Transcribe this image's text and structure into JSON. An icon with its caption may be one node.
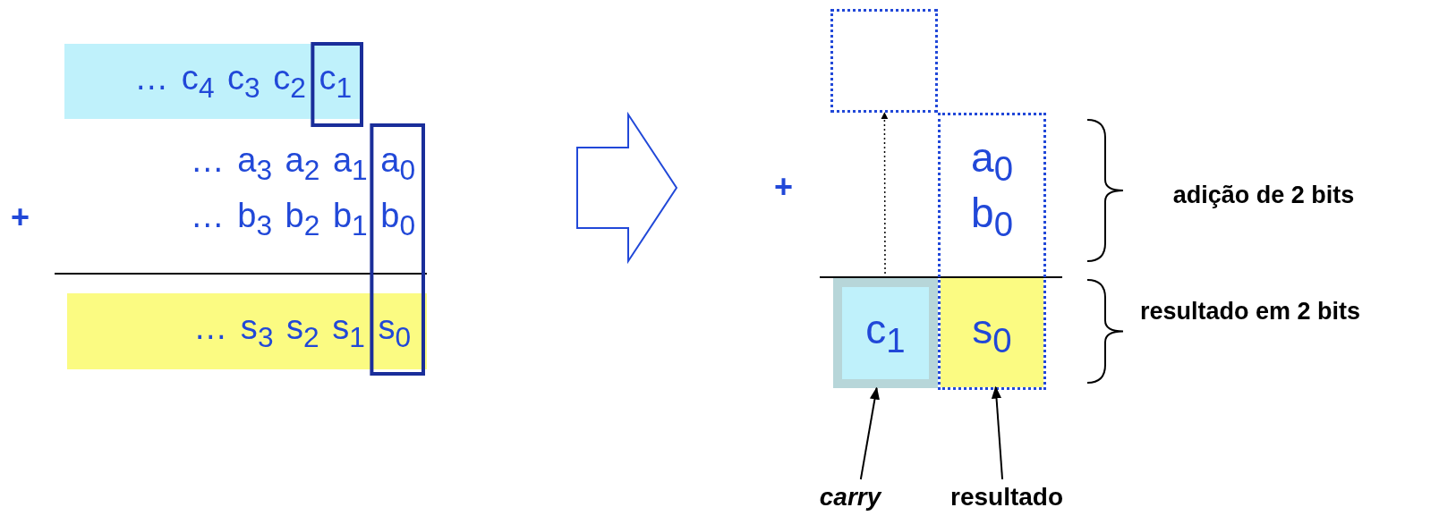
{
  "diagram": {
    "nodes": [
      {
        "text": [
          "… c$_{4}$ c$_{3}$ c$_{2}$ c$_{1}$"
        ]
      },
      {
        "text": [
          "… s$_{3}$ s$_{2}$ s$_{1}$ s$_{0}$"
        ]
      },
      {
        "text": [],
        "shape": "box"
      },
      {
        "text": [
          "a$_{0}$",
          "b$_{0}$"
        ]
      },
      {
        "text": [
          "c$_{1}$"
        ]
      },
      {
        "text": [
          "s$_{0}$"
        ],
        "in": 3
      },
      {
        "text": [
          "carry"
        ]
      },
      {
        "text": [
          "resultado"
        ]
      }
    ],
    "edges": [
      {
        "from": 4,
        "to": 2,
        "arrow": "to",
        "style": "dashed"
      },
      {
        "from": 6,
        "to": 4,
        "arrow": "to"
      },
      {
        "from": 7,
        "to": 5,
        "arrow": "to"
      }
    ],
    "labels": [
      "… a$_{3}$ a$_{2}$ a$_{1}$ a$_{0}$",
      "+",
      "… b$_{3}$ b$_{2}$ b$_{1}$ b$_{0}$",
      "+",
      "adição de 2 bits",
      "resultado em 2 bits"
    ]
  }
}
